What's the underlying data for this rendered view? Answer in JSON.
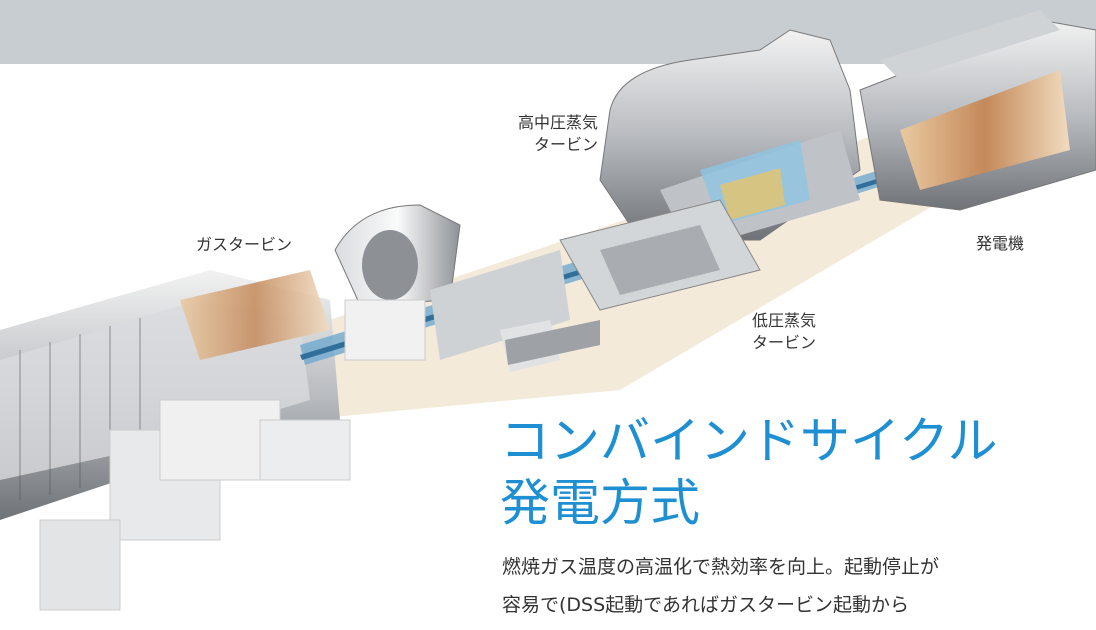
{
  "labels": {
    "hp_turbine": [
      "高中圧蒸気",
      "タービン"
    ],
    "gas_turbine": "ガスタービン",
    "generator": "発電機",
    "lp_turbine": [
      "低圧蒸気",
      "タービン"
    ]
  },
  "title": [
    "コンバインドサイクル",
    "発電方式"
  ],
  "description": [
    "燃焼ガス温度の高温化で熱効率を向上。起動停止が",
    "容易で(DSS起動であればガスタービン起動から"
  ],
  "colors": {
    "title": "#1e8fd2",
    "band": "#c8cdd2",
    "floor": "#f3ead9"
  }
}
